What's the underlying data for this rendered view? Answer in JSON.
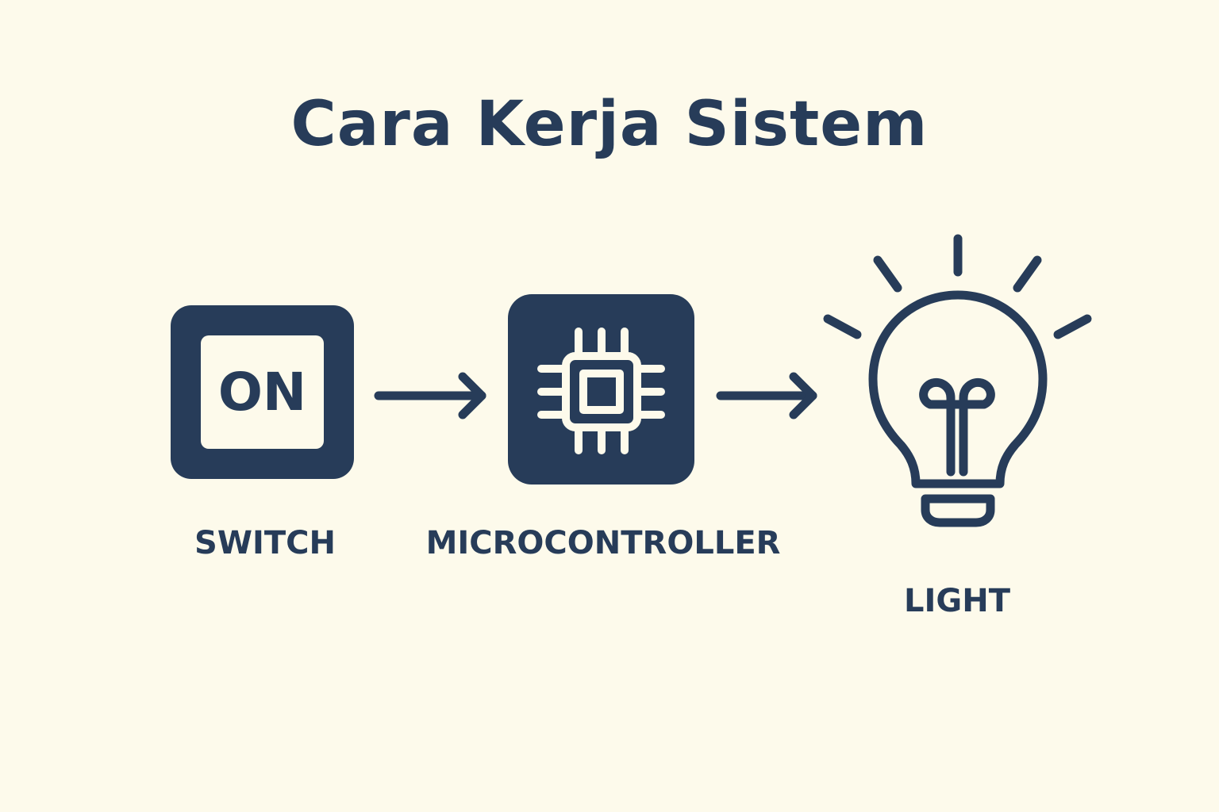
{
  "title": "Cara Kerja Sistem",
  "colors": {
    "background": "#FDFAEB",
    "primary": "#273C59"
  },
  "nodes": {
    "switch": {
      "state_text": "ON",
      "label": "SWITCH",
      "icon": "power-switch-icon"
    },
    "microcontroller": {
      "label": "MICROCONTROLLER",
      "icon": "chip-icon"
    },
    "light": {
      "label": "LIGHT",
      "icon": "lightbulb-icon"
    }
  },
  "edges": [
    {
      "from": "switch",
      "to": "microcontroller"
    },
    {
      "from": "microcontroller",
      "to": "light"
    }
  ]
}
